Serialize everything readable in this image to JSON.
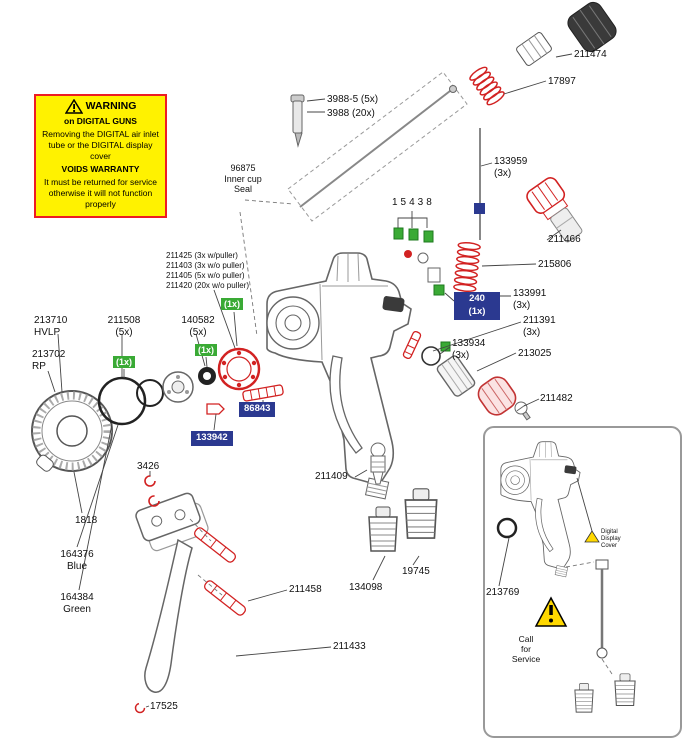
{
  "colors": {
    "red_part": "#d22222",
    "green_badge": "#3aaa35",
    "navy_badge": "#2b3990",
    "warning_yellow": "#fff200",
    "warning_border": "#ed1c24"
  },
  "warning_box": {
    "title": "WARNING",
    "subtitle": "on DIGITAL GUNS",
    "body1": "Removing the DIGITAL air inlet\ntube or the DIGITAL display cover",
    "voids": "VOIDS WARRANTY",
    "body2": "It must be returned for service\notherwise it will not function\nproperly"
  },
  "labels": {
    "l211474": "211474",
    "l17897": "17897",
    "l3988_5": "3988-5  (5x)",
    "l3988": "3988  (20x)",
    "l96875": "96875\nInner cup\nSeal",
    "l15438": "15438",
    "l133959": "133959\n(3x)",
    "l211466": "211466",
    "l215806": "215806",
    "puller_options": "211425 (3x w/puller)\n211403 (3x w/o puller)\n211405 (5x w/o puller)\n211420 (20x w/o puller)",
    "l133991": "133991\n(3x)",
    "l240": "240\n(1x)",
    "l211391": "211391\n(3x)",
    "l213710": "213710\nHVLP",
    "l211508": "211508\n(5x)",
    "l140582": "140582\n(5x)",
    "l213702": "213702\nRP",
    "qty1x": "(1x)",
    "l133934": "133934\n(3x)",
    "l213025": "213025",
    "l211482": "211482",
    "l86843": "86843",
    "l133942": "133942",
    "l3426": "3426",
    "l211409": "211409",
    "l1818": "1818",
    "l164376": "164376\nBlue",
    "l164384": "164384\nGreen",
    "l19745": "19745",
    "l134098": "134098",
    "l211458": "211458",
    "l211433": "211433",
    "l17525": "17525"
  },
  "inset": {
    "l213769": "213769",
    "digital_display_cover": "Digital\nDisplay\nCover",
    "call_for_service": "Call\nfor\nService"
  }
}
